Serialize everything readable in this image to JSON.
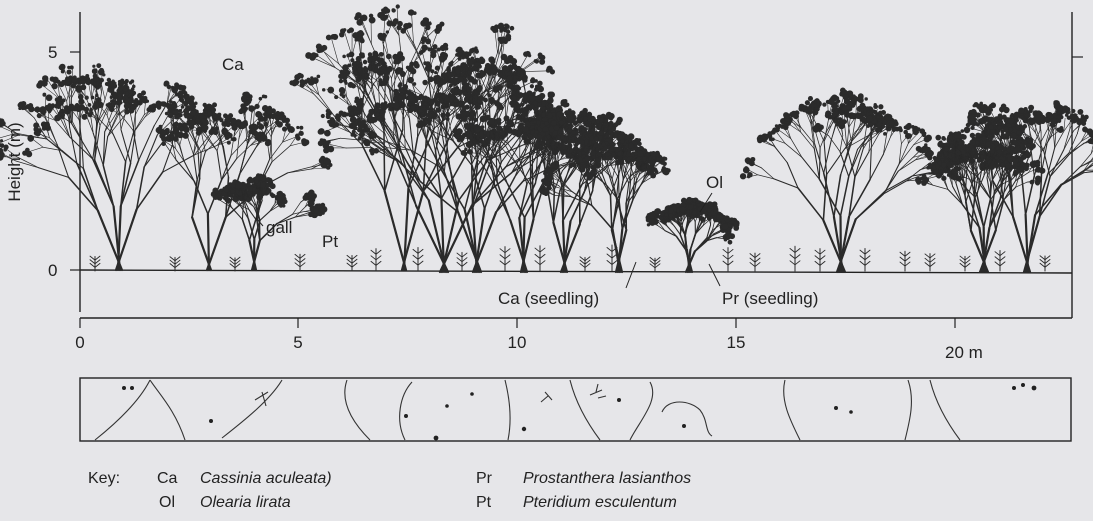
{
  "profile": {
    "y_axis_label": "Height (m)",
    "y_ticks": [
      "0",
      "5"
    ],
    "x_ticks": [
      "0",
      "5",
      "10",
      "15",
      "20 m"
    ],
    "labels": {
      "ca": "Ca",
      "gall": "gall",
      "pt": "Pt",
      "ol": "Ol",
      "ca_seedling": "Ca (seedling)",
      "pr_seedling": "Pr (seedling)"
    }
  },
  "key": {
    "title": "Key:",
    "entries": [
      {
        "code": "Ca",
        "name": "Cassinia aculeata)"
      },
      {
        "code": "Ol",
        "name": "Olearia lirata"
      },
      {
        "code": "Pr",
        "name": "Prostanthera lasianthos"
      },
      {
        "code": "Pt",
        "name": "Pteridium esculentum"
      }
    ]
  }
}
